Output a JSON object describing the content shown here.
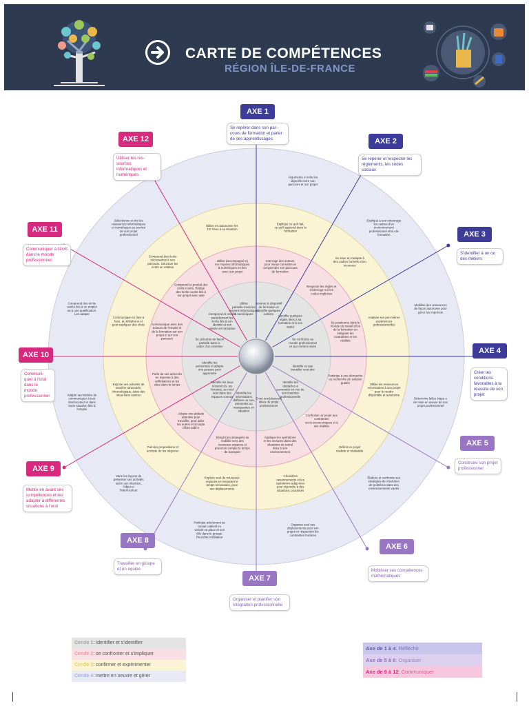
{
  "header": {
    "title": "CARTE DE COMPÉTENCES",
    "subtitle": "RÉGION ÎLE-DE-FRANCE"
  },
  "axes": [
    {
      "label": "AXE 1",
      "text": "Se repérer dans son par-cours de formation et parler de ses apprentissages"
    },
    {
      "label": "AXE 2",
      "text": "Se repérer et respecter les règlements, les codes sociaux"
    },
    {
      "label": "AXE 3",
      "text": "S'identifier à un ou des métiers"
    },
    {
      "label": "AXE 4",
      "text": "Créer les conditions favorables à la réussite de son projet"
    },
    {
      "label": "AXE 5",
      "text": "Construire son projet professionnel"
    },
    {
      "label": "AXE 6",
      "text": "Mobiliser ses compétences mathématiques"
    },
    {
      "label": "AXE 7",
      "text": "Organiser et planifier son intégration professionnelle"
    },
    {
      "label": "AXE 8",
      "text": "Travailler en groupe et en équipe"
    },
    {
      "label": "AXE 9",
      "text": "Mettre en avant ses compétences et les adapter à différentes situations à l'oral"
    },
    {
      "label": "AXE 10",
      "text": "Communi-quer à l'oral dans le monde professionnel"
    },
    {
      "label": "AXE 11",
      "text": "Communiquer à l'écrit dans le monde professionnel"
    },
    {
      "label": "AXE 12",
      "text": "Utiliser les res-sources informatiques et numériques"
    }
  ],
  "ring_texts": {
    "c1": [
      "Nomme le dispositif de formation et identifie quelques actions",
      "Identifie quelques règles liées à sa formation et à son statut",
      "Se confronte au monde professionnel et aux métiers visés",
      "Identifie ce que travailler veut dire",
      "Identifie les obstacles à surmonter en vue de son insertion professionnelle",
      "Emet une/plusieurs idées de projet professionnel",
      "Identifie les informations chiffrées ou non, présentes ou manquantes en situation",
      "Identifie les lieux ressources, les horaires, se rend seul dans des espaces connus",
      "Identifie les personnes et adopte une posture pour apprendre",
      "Se présente de façon partielle dans le cadre d'un entretien",
      "Comprend et remplit partiellement les écrits liés à son identité et son entrée en formation",
      "Utilise partielle-ment les moyens informatiques & numériques"
    ],
    "c2": [
      "Interroge des acteurs pour mieux connaître et comprendre son parcours de formation",
      "Respecte les règles et s'interroge sur les codes implicites",
      "Se positionne dans le monde du travail et/ou de la formation en intégrant les contraintes et les réalités",
      "Participe à une démarche ou recherche de solution guidée",
      "Confronte un projet aux contraintes socio-écono-miques et à ses réalités",
      "Applique les opérations et les mesures dans des situations de calcul liées à son environnement",
      "Elargit (accompagné) sa mobilité vers des nouveaux espaces et prend en compte le temps de transport",
      "Adopte une attitude attentive pour travailler, peut aider les autres et accepte d'être aidé-e",
      "Parle de ses activi-tés en réponse à des sollicitations et les situe dans le temps",
      "Communique avec des acteurs de l'emploi et de la formation sur son projet et sur son parcours",
      "Comprend et produit des écrits courts. Rédige des écrits courts liés à son projet avec aide",
      "Utilise (accompagné-e) les moyens informatiques & numériques en lien avec son projet"
    ],
    "c3": [
      "Explique ce qu'il fait, ce qu'il apprend dans la formation",
      "Se situe et s'adapte à des cadres formels et/ou inconnus",
      "Analyse ses pre-mières expériences professionnelles",
      "Utilise les ressources nécessaires à son projet pour le rendre disponible et autonome",
      "Définit un projet réaliste et réalisable",
      "Choisit les raisonnements et les opérations adap-tées pour répondre à des situations courantes",
      "Explore seul de nouveaux espaces en mesurant le temps nécessaire, pour ses déplacements",
      "Fait des propositions et accepte de les négocier",
      "Expose ses activités de manière structurée, chronologique, dans des situa-tions variées",
      "Communique en face à face, au téléphone et peut expliquer des choix",
      "Comprend des écrits nécessaires à son parcours. Structure les écrits en relation",
      "Utilise en autonomie les TIC liées à sa situation"
    ],
    "c4": [
      "Argumente et relie les objectifs entre son parcours et son projet",
      "Explique à son entourage les cadres d'un environnement professionnel et/ou de formation",
      "Mobilise des ressources de façon autonome pour gérer les imprévus",
      "Détermine la/les étape-s de mise en œuvre de son projet professionnel",
      "Elabore et confronte ses stratégies de résolution de problème dans des environnements variés",
      "Organise seul ses déplacements pour son projet en respectant les contraintes horaires",
      "Participe activement au travail collectif en variant sa place et son rôle dans le groupe. Peut être médiateur",
      "Varie les façons de présenter ses activités selon son intention, l'objet et l'interlocuteur",
      "Adapte sa manière de communiquer à tout interlocuteur et dans toute situation liée à l'emploi",
      "Comprend des écrits variés liés à un emploi ou à une qualification. Les adapte",
      "Sélectionne et trie les ressources informatiques et numériques au service de son projet professionnel"
    ]
  },
  "legend_cercles": [
    {
      "name": "Cercle 1",
      "text": ": Identifier et s'identifier"
    },
    {
      "name": "Cercle 2",
      "text": ": se confronter et s'impliquer"
    },
    {
      "name": "Cercle 3",
      "text": ": confirmer et expérimenter"
    },
    {
      "name": "Cercle 4",
      "text": ": mettre en oeuvre et gérer"
    }
  ],
  "legend_axes": [
    {
      "name": "Axe de 1 à 4",
      "text": ": Réfléchir"
    },
    {
      "name": "Axe de 5 à 8",
      "text": ": Organiser"
    },
    {
      "name": "Axe de 9 à 12",
      "text": ": Communiquer"
    }
  ],
  "colors": {
    "header_bg": "#2e3a50",
    "ring4": "#e7e9f5",
    "ring3": "#faf4d4",
    "ring2": "#f8dfe3",
    "ring1": "#e4e4e4",
    "axis_blue": "#3d3c98",
    "axis_purple": "#9976c4",
    "axis_pink": "#d72a7f"
  }
}
